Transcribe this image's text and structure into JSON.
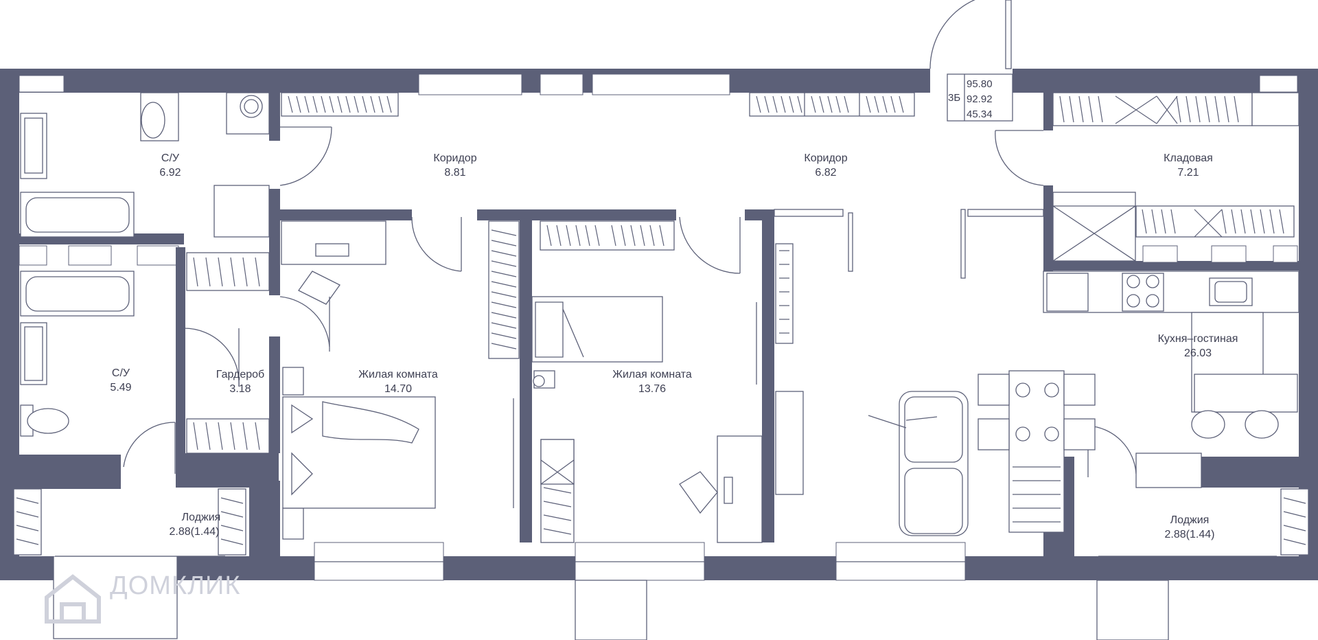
{
  "rooms": [
    {
      "name": "С/У",
      "area": "6.92"
    },
    {
      "name": "Коридор",
      "area": "8.81"
    },
    {
      "name": "Коридор",
      "area": "6.82"
    },
    {
      "name": "Кладовая",
      "area": "7.21"
    },
    {
      "name": "С/У",
      "area": "5.49"
    },
    {
      "name": "Гардероб",
      "area": "3.18"
    },
    {
      "name": "Жилая комната",
      "area": "14.70"
    },
    {
      "name": "Жилая комната",
      "area": "13.76"
    },
    {
      "name": "Кухня–гостиная",
      "area": "26.03"
    },
    {
      "name": "Лоджия",
      "area": "2.88(1.44)"
    },
    {
      "name": "Лоджия",
      "area": "2.88(1.44)"
    }
  ],
  "apartment_info": {
    "type": "3Б",
    "total_area": "95.80",
    "area_2": "92.92",
    "living_area": "45.34"
  },
  "watermark": {
    "text": "ДОМКЛИК",
    "icon": "house-logo-icon"
  },
  "colors": {
    "wall": "#5c6078",
    "text": "#3d3f52",
    "background": "#ffffff"
  }
}
